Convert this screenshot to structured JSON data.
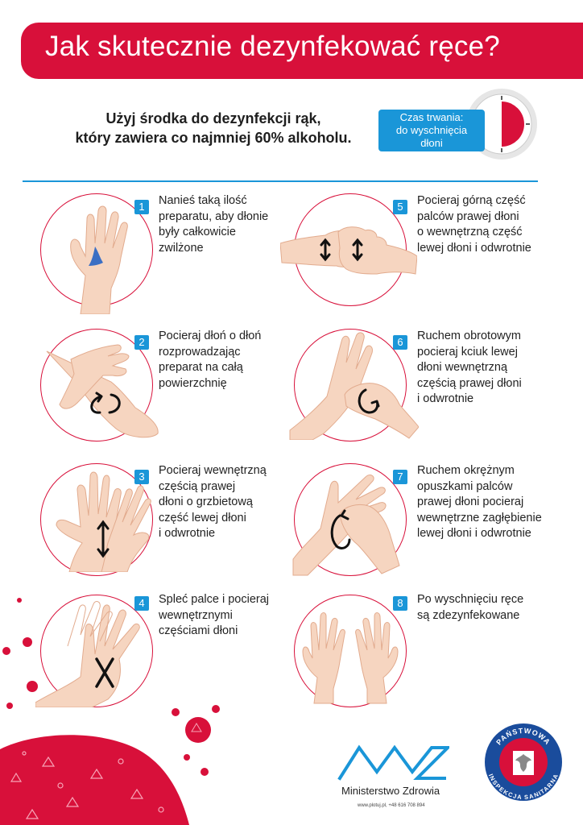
{
  "title": "Jak skutecznie dezynfekować ręce?",
  "intro": {
    "line1": "Użyj środka do dezynfekcji rąk,",
    "line2": "który zawiera co najmniej 60% alkoholu."
  },
  "duration": {
    "line1": "Czas trwania:",
    "line2": "do wyschnięcia",
    "line3": "dłoni"
  },
  "steps": [
    {
      "number": "1",
      "lines": [
        "Nanieś taką ilość",
        "preparatu, aby dłonie",
        "były całkowicie",
        "zwilżone"
      ]
    },
    {
      "number": "2",
      "lines": [
        "Pocieraj dłoń o dłoń",
        "rozprowadzając",
        "preparat na całą",
        "powierzchnię"
      ]
    },
    {
      "number": "3",
      "lines": [
        "Pocieraj wewnętrzną",
        "częścią prawej",
        "dłoni o grzbietową",
        "część lewej dłoni",
        "i odwrotnie"
      ]
    },
    {
      "number": "4",
      "lines": [
        "Spleć palce i pocieraj",
        "wewnętrznymi",
        "częściami dłoni"
      ]
    },
    {
      "number": "5",
      "lines": [
        "Pocieraj górną część",
        "palców prawej dłoni",
        "o wewnętrzną część",
        "lewej dłoni i odwrotnie"
      ]
    },
    {
      "number": "6",
      "lines": [
        "Ruchem obrotowym",
        "pocieraj kciuk lewej",
        "dłoni wewnętrzną",
        "częścią prawej dłoni",
        "i odwrotnie"
      ]
    },
    {
      "number": "7",
      "lines": [
        "Ruchem okrężnym",
        "opuszkami palców",
        "prawej dłoni pocieraj",
        "wewnętrzne zagłębienie",
        "lewej dłoni i odwrotnie"
      ]
    },
    {
      "number": "8",
      "lines": [
        "Po wyschnięciu ręce",
        "są zdezynfekowane"
      ]
    }
  ],
  "footer": {
    "ministry_name": "Ministerstwo Zdrowia",
    "contact": "www.plotuj.pl, +48 616 708 894",
    "seal_top": "PAŃSTWOWA",
    "seal_bottom": "INSPEKCJA SANITARNA"
  },
  "colors": {
    "brand_red": "#d8103a",
    "accent_blue": "#1a96d8",
    "skin": "#f6d5c0",
    "skin_outline": "#e2ab8e"
  }
}
